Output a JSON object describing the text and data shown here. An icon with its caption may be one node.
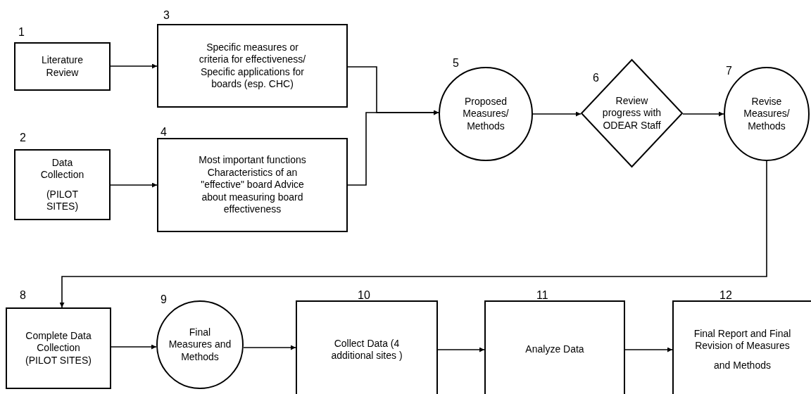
{
  "diagram": {
    "nodes": [
      {
        "text": [
          "Literature Review"
        ],
        "beside": [
          "1"
        ]
      },
      {
        "text": [
          "Data Collection",
          "(PILOT SITES)"
        ],
        "beside": [
          "2"
        ]
      },
      {
        "text": [
          "Specific measures or criteria for effectiveness/ Specific applications for boards (esp. CHC)"
        ],
        "beside": [
          "3"
        ]
      },
      {
        "text": [
          "Most important functions Characteristics of an \"effective\" board Advice about measuring board effectiveness"
        ],
        "beside": [
          "4"
        ]
      },
      {
        "text": [
          "Proposed Measures/ Methods"
        ],
        "beside": [
          "5"
        ]
      },
      {
        "text": [
          "Review progress with ODEAR Staff"
        ],
        "beside": [
          "6"
        ]
      },
      {
        "text": [
          "Revise Measures/ Methods"
        ],
        "beside": [
          "7"
        ]
      },
      {
        "text": [
          "Complete Data Collection (PILOT SITES)"
        ],
        "beside": [
          "8"
        ]
      },
      {
        "text": [
          "Final Measures and Methods"
        ],
        "beside": [
          "9"
        ]
      },
      {
        "text": [
          "Collect Data (4 additional sites )"
        ],
        "beside": [
          "10"
        ]
      },
      {
        "text": [
          "Analyze Data"
        ],
        "beside": [
          "11"
        ]
      },
      {
        "text": [
          "Final Report and Final Revision of Measures",
          "and Methods"
        ],
        "beside": [
          "12"
        ]
      }
    ],
    "edges": [
      {
        "from": 0,
        "to": 2,
        "arrow": "to"
      },
      {
        "from": 1,
        "to": 3,
        "arrow": "to"
      },
      {
        "from": 2,
        "to": 4,
        "arrow": "to"
      },
      {
        "from": 3,
        "to": 4,
        "arrow": "to"
      },
      {
        "from": 4,
        "to": 5,
        "arrow": "to"
      },
      {
        "from": 5,
        "to": 6,
        "arrow": "to"
      },
      {
        "from": 6,
        "to": 7,
        "arrow": "to"
      },
      {
        "from": 7,
        "to": 8,
        "arrow": "to"
      },
      {
        "from": 8,
        "to": 9,
        "arrow": "to"
      },
      {
        "from": 9,
        "to": 10,
        "arrow": "to"
      },
      {
        "from": 10,
        "to": 11,
        "arrow": "to"
      }
    ]
  }
}
